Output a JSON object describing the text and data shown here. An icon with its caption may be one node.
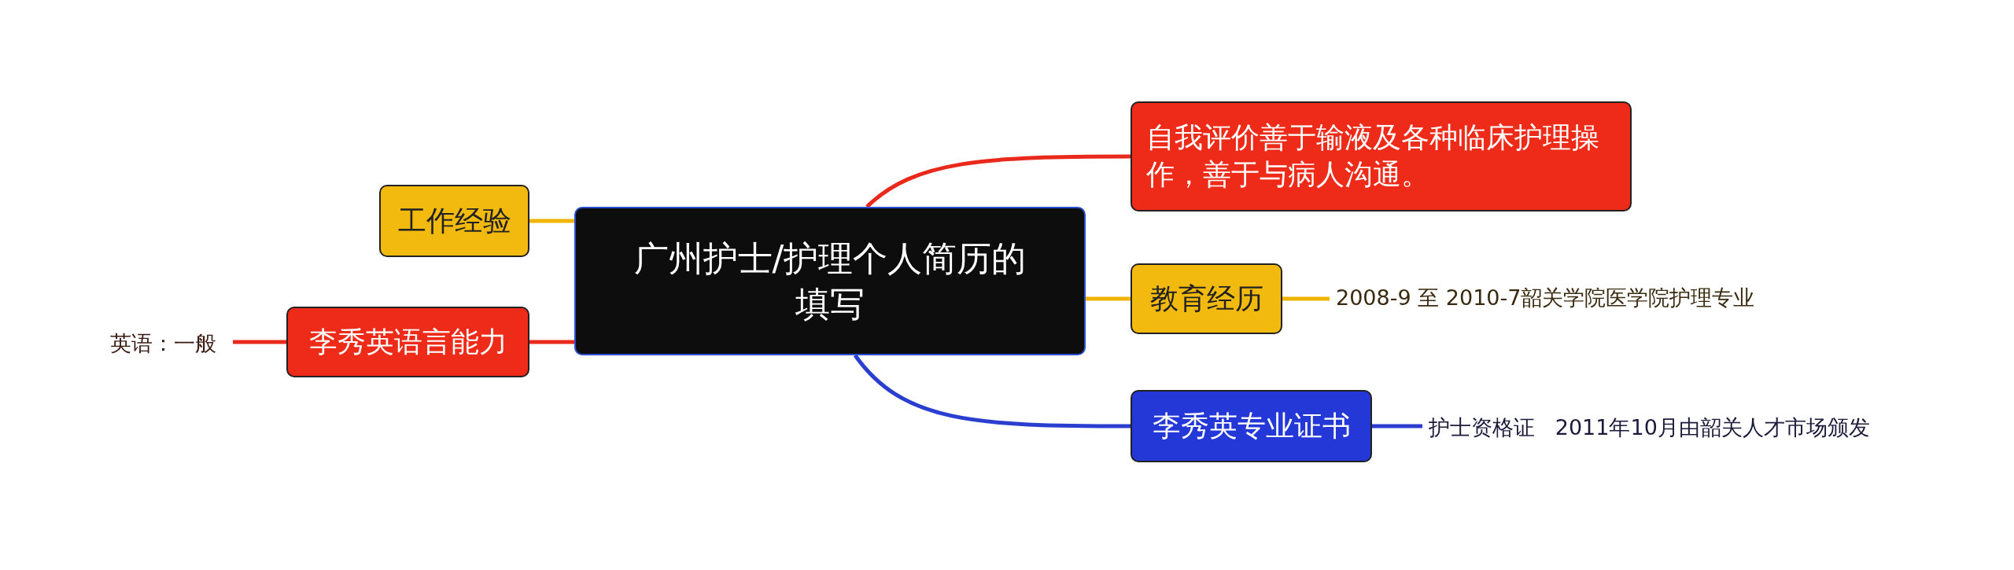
{
  "diagram": {
    "nodes": [
      {
        "text": [
          "广州护士/护理个人简历的填写"
        ]
      },
      {
        "text": [
          "工作经验"
        ]
      },
      {
        "text": [
          "李秀英语言能力"
        ]
      },
      {
        "text": [
          "英语：一般"
        ]
      },
      {
        "text": [
          "自我评价善于输液及各种临床护理操作，善于与病人沟通。"
        ]
      },
      {
        "text": [
          "教育经历"
        ]
      },
      {
        "text": [
          "2008-9 至 2010-7韶关学院医学院护理专业"
        ]
      },
      {
        "text": [
          "李秀英专业证书"
        ]
      },
      {
        "text": [
          "护士资格证   2011年10月由韶关人才市场颁发"
        ]
      }
    ],
    "edges": [
      {
        "from": 0,
        "to": 1,
        "arrow": "none",
        "color": "#f0b400"
      },
      {
        "from": 0,
        "to": 2,
        "arrow": "none",
        "color": "#e8291c"
      },
      {
        "from": 2,
        "to": 3,
        "arrow": "none",
        "color": "#e8291c"
      },
      {
        "from": 0,
        "to": 4,
        "arrow": "none",
        "color": "#e8291c"
      },
      {
        "from": 0,
        "to": 5,
        "arrow": "none",
        "color": "#f0b400"
      },
      {
        "from": 5,
        "to": 6,
        "arrow": "none",
        "color": "#f0b400"
      },
      {
        "from": 0,
        "to": 7,
        "arrow": "none",
        "color": "#2a3fd0"
      },
      {
        "from": 7,
        "to": 8,
        "arrow": "none",
        "color": "#2a3fd0"
      }
    ]
  }
}
